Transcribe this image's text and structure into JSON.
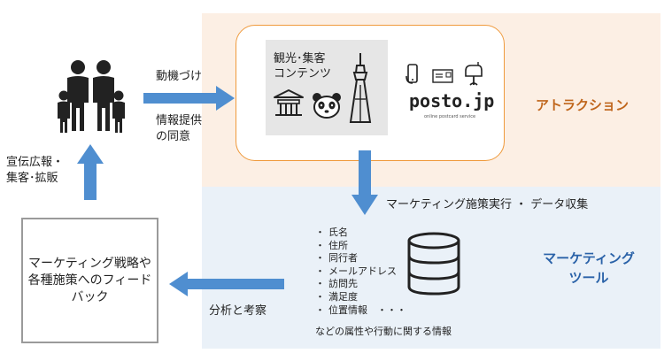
{
  "attraction": {
    "contents_line1": "観光･集客",
    "contents_line2": "コンテンツ",
    "posto_name": "posto.jp",
    "posto_tagline": "online postcard service",
    "label": "アトラクション"
  },
  "flow": {
    "motivation": "動機づけ",
    "consent_line1": "情報提供",
    "consent_line2": "の同意",
    "promotion_line1": "宣伝広報・",
    "promotion_line2": "集客･拡販",
    "execution": "マーケティング施策実行 ・ データ収集",
    "analysis": "分析と考察"
  },
  "tool": {
    "line1": "マーケティング",
    "line2": "ツール",
    "data_items": [
      "氏名",
      "住所",
      "同行者",
      "メールアドレス",
      "訪問先",
      "満足度",
      "位置情報　・・・"
    ],
    "footer": "などの属性や行動に関する情報"
  },
  "feedback": {
    "text": "マーケティング戦略や各種施策へのフィードバック"
  },
  "colors": {
    "arrow": "#4f8ed0",
    "band_top": "#fcefe4",
    "band_bottom": "#eaf1f8",
    "attraction_border": "#ef9a3c",
    "attraction_text": "#c0661c",
    "tool_text": "#2a62a8",
    "icon_dark": "#222222"
  }
}
